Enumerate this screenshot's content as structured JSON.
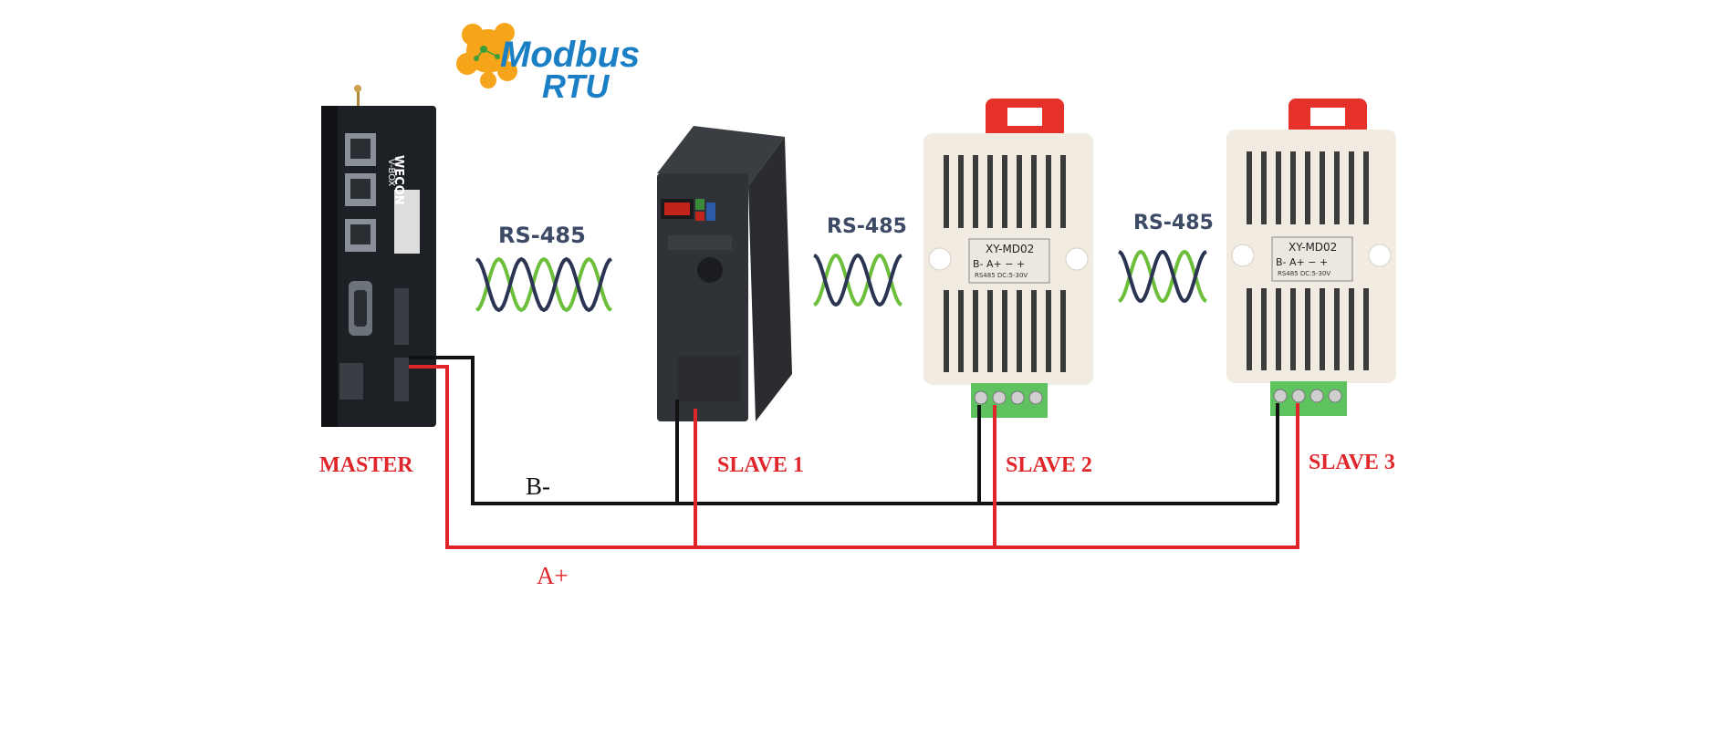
{
  "logo": {
    "line1": "Modbus",
    "line2": "RTU",
    "color": "#1a7fc4",
    "flower_color": "#f6a51a"
  },
  "protocol_labels": [
    "RS-485",
    "RS-485",
    "RS-485"
  ],
  "nodes": {
    "master": {
      "label": "MASTER",
      "brand": "WECON",
      "model": "V-BOX"
    },
    "slave1": {
      "label": "SLAVE 1"
    },
    "slave2": {
      "label": "SLAVE 2",
      "model": "XY-MD02",
      "terminals": "B- A+  −  +",
      "sub": "RS485   DC:5-30V"
    },
    "slave3": {
      "label": "SLAVE 3",
      "model": "XY-MD02",
      "terminals": "B- A+  −  +",
      "sub": "RS485   DC:5-30V"
    }
  },
  "wires": {
    "b_label": "B-",
    "a_label": "A+",
    "b_color": "#111111",
    "a_color": "#e0262b"
  },
  "colors": {
    "label_red": "#e0262b",
    "twist_green": "#6dbf3b",
    "twist_navy": "#2b3452"
  }
}
